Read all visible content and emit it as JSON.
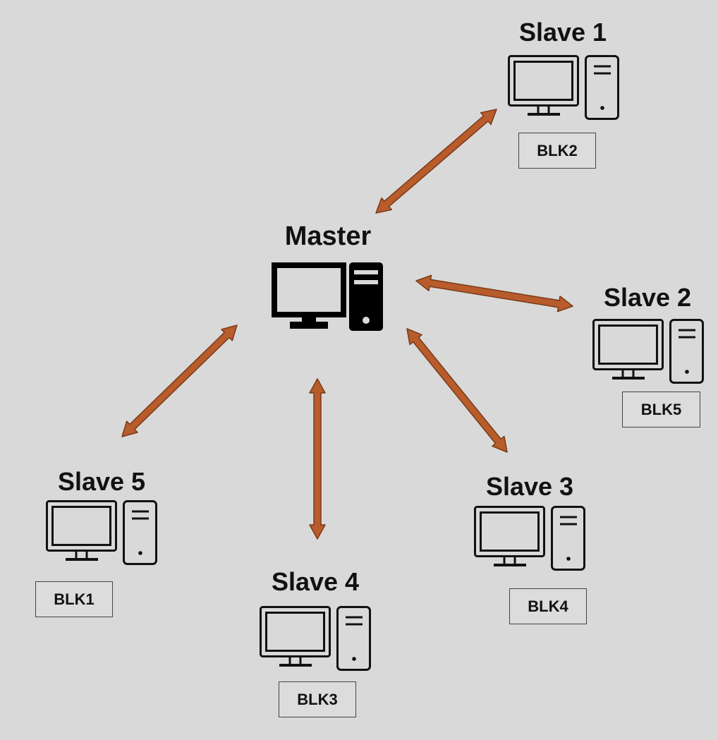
{
  "colors": {
    "background": "#d9d9d9",
    "arrow_fill": "#b85c2c",
    "arrow_stroke": "#7a3a17",
    "icon_stroke": "#111111",
    "label_border": "#444444"
  },
  "master": {
    "title": "Master",
    "icon": "desktop-computer-icon-filled"
  },
  "slaves": [
    {
      "title": "Slave 1",
      "block": "BLK2",
      "icon": "desktop-computer-icon-outline"
    },
    {
      "title": "Slave 2",
      "block": "BLK5",
      "icon": "desktop-computer-icon-outline"
    },
    {
      "title": "Slave 3",
      "block": "BLK4",
      "icon": "desktop-computer-icon-outline"
    },
    {
      "title": "Slave 4",
      "block": "BLK3",
      "icon": "desktop-computer-icon-outline"
    },
    {
      "title": "Slave 5",
      "block": "BLK1",
      "icon": "desktop-computer-icon-outline"
    }
  ],
  "connections": [
    {
      "from": "Master",
      "to": "Slave 1",
      "type": "bidirectional"
    },
    {
      "from": "Master",
      "to": "Slave 2",
      "type": "bidirectional"
    },
    {
      "from": "Master",
      "to": "Slave 3",
      "type": "bidirectional"
    },
    {
      "from": "Master",
      "to": "Slave 4",
      "type": "bidirectional"
    },
    {
      "from": "Master",
      "to": "Slave 5",
      "type": "bidirectional"
    }
  ]
}
